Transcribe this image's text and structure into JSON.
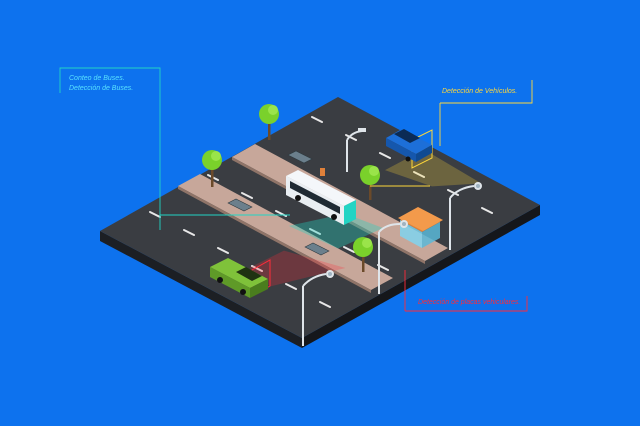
{
  "labels": {
    "bus_line1": "Conteo de Buses.",
    "bus_line2": "Detección de Buses.",
    "vehicle": "Detección de Vehículos.",
    "plate": "Detección de placas vehiculares."
  },
  "colors": {
    "background": "#0d72ee",
    "road": "#3a3d42",
    "median": "#c7a79a",
    "bus_zone": "#22d4c4",
    "vehicle_zone": "#ffd83a",
    "plate_zone": "#ff2b3a"
  }
}
